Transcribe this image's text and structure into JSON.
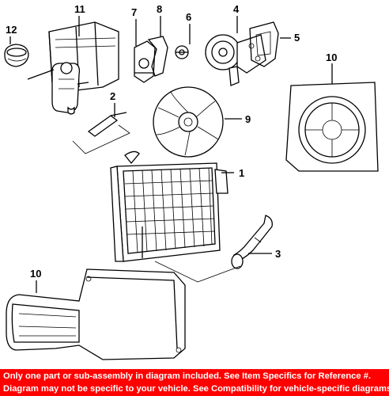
{
  "diagram": {
    "callouts": {
      "c1": "1",
      "c2": "2",
      "c3": "3",
      "c4": "4",
      "c5": "5",
      "c6": "6",
      "c7": "7",
      "c8": "8",
      "c9": "9",
      "c10a": "10",
      "c10b": "10",
      "c11": "11",
      "c12": "12"
    }
  },
  "footer": {
    "line1": "Only one part or sub-assembly in diagram included. See Item Specifics for Reference #.",
    "line2": "Diagram may not be specific to your vehicle. See Compatibility for vehicle-specific diagrams."
  },
  "colors": {
    "footer_bg": "#ff0000",
    "footer_text": "#ffffff",
    "line": "#000000"
  }
}
